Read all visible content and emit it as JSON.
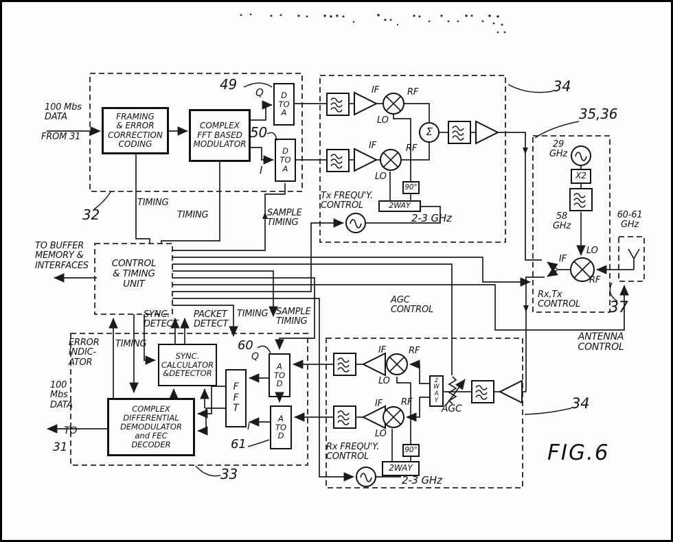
{
  "figure_label": "FIG.6",
  "glossary": {
    "if": "IF",
    "rf": "RF",
    "lo": "LO",
    "timing": "TIMING",
    "sample_timing": "SAMPLE\nTIMING",
    "two_way": "2WAY",
    "two_way_vertical": "2\nW\nA\nY",
    "deg_90": "90°",
    "band_2_3ghz": "2-3 GHz",
    "sigma": "Σ"
  },
  "refs": {
    "r32": "32",
    "r33": "33",
    "r34": "34",
    "r35_36": "35,36",
    "r37": "37",
    "r49": "49",
    "r50": "50",
    "r60": "60",
    "r61": "61",
    "q": "Q",
    "i": "I"
  },
  "tx": {
    "input_rate": "100 Mbs\nDATA",
    "input_from": "FROM 31",
    "framing": "FRAMING\n& ERROR\nCORRECTION\nCODING",
    "modulator": "COMPLEX\nFFT BASED\nMODULATOR",
    "dac": "D\nTO\nA",
    "freq_control": "Tx FREQU'Y.\nCONTROL"
  },
  "lo60": {
    "osc": "29\nGHz",
    "doubler": "X2",
    "freq58": "58\nGHz",
    "band": "60-61\nGHz",
    "rxtx_control": "Rx,Tx\nCONTROL",
    "antenna_control": "ANTENNA\nCONTROL"
  },
  "control": {
    "unit": "CONTROL\n& TIMING\nUNIT",
    "to_buffer": "TO BUFFER\nMEMORY &\nINTERFACES",
    "sync_detect": "SYNC.\nDETECT",
    "packet_detect": "PACKET\nDETECT",
    "agc_control": "AGC\nCONTROL",
    "error_indicator": "ERROR\nINDIC-\nATOR"
  },
  "rx": {
    "adc": "A\nTO\nD",
    "fft": "F\nF\nT",
    "sync_calc": "SYNC.\nCALCULATOR\n&DETECTOR",
    "demod": "COMPLEX\nDIFFERENTIAL\nDEMODULATOR\nand FEC\nDECODER",
    "out_rate": "100\nMbs\nDATA",
    "out_to": "TO",
    "out_dest": "31",
    "freq_control": "Rx FREQU'Y.\nCONTROL",
    "agc": "AGC"
  }
}
